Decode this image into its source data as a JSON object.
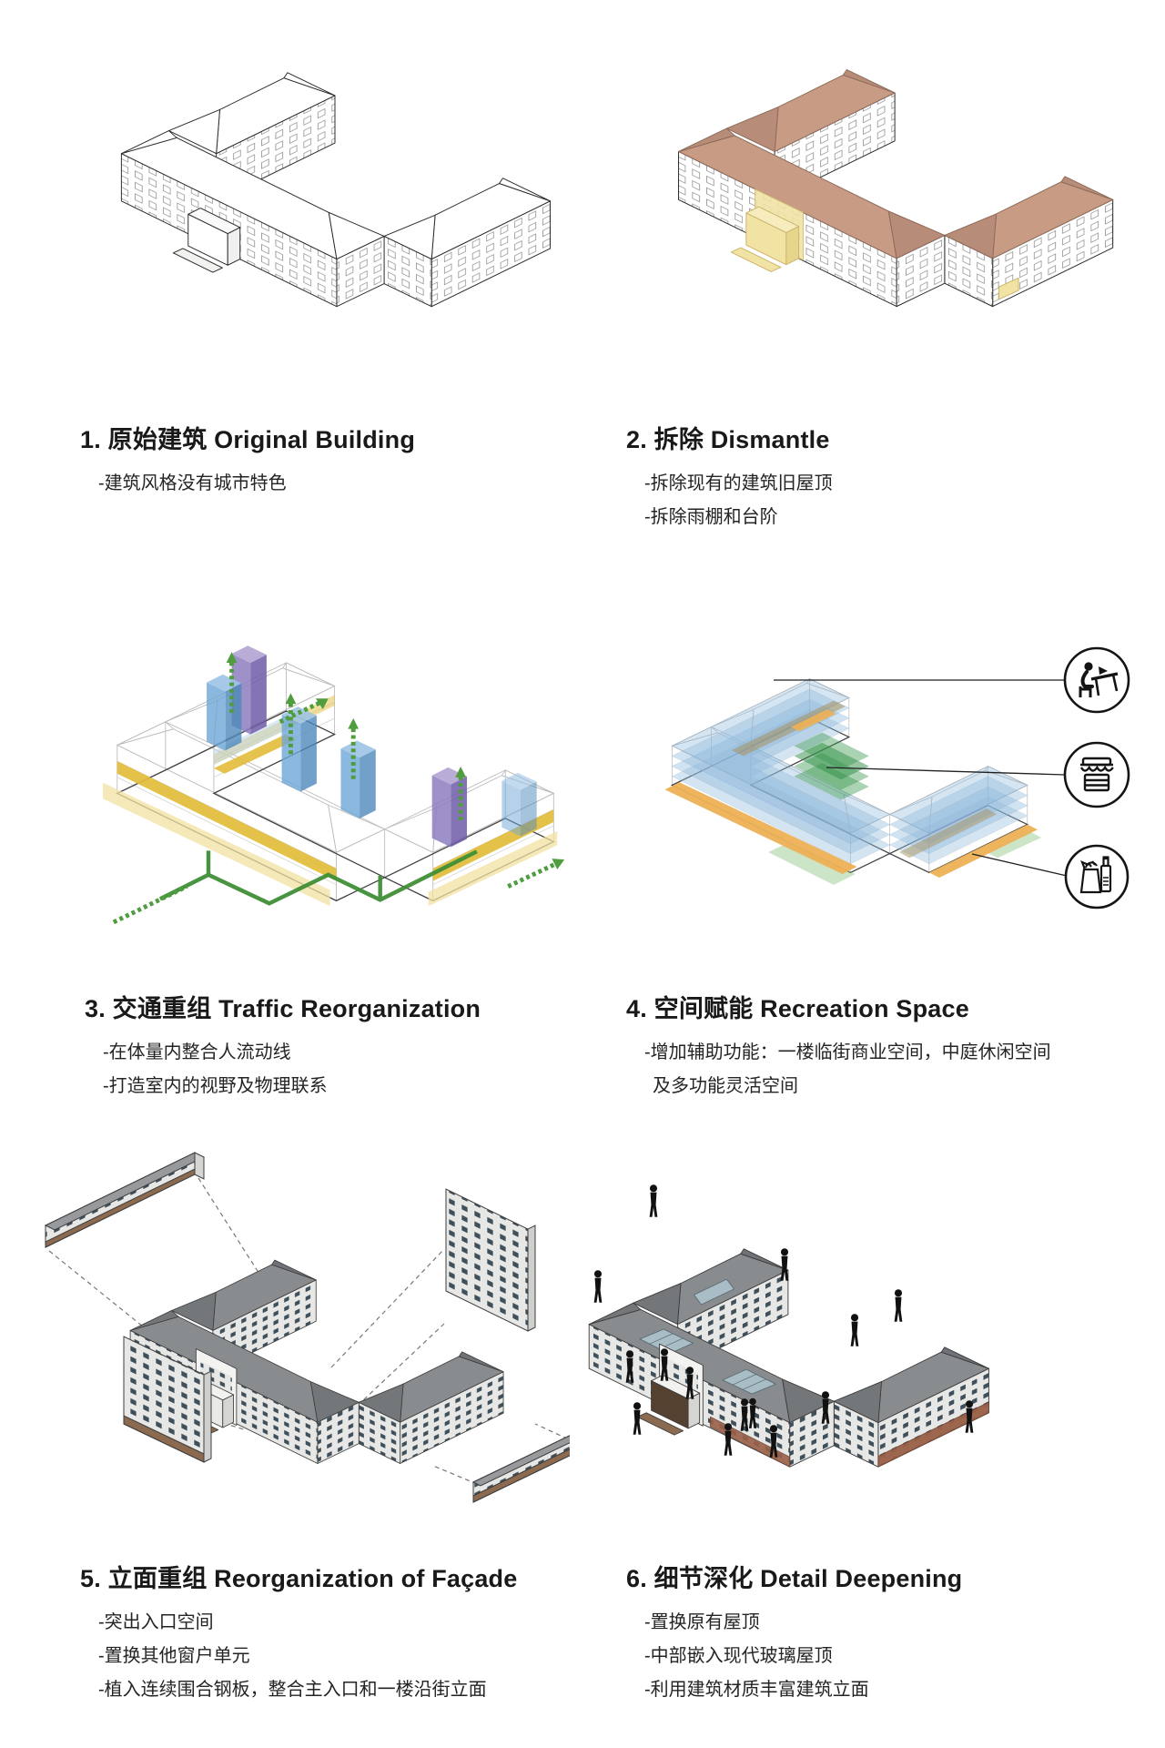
{
  "panels": [
    {
      "title": "1. 原始建筑 Original Building",
      "bullets": [
        "-建筑风格没有城市特色"
      ]
    },
    {
      "title": "2. 拆除 Dismantle",
      "bullets": [
        "-拆除现有的建筑旧屋顶",
        "-拆除雨棚和台阶"
      ]
    },
    {
      "title": "3. 交通重组 Traffic Reorganization",
      "bullets": [
        "-在体量内整合人流动线",
        "-打造室内的视野及物理联系"
      ]
    },
    {
      "title": "4. 空间赋能 Recreation Space",
      "bullets": [
        "-增加辅助功能：一楼临街商业空间，中庭休闲空间",
        "及多功能灵活空间"
      ],
      "icons": [
        {
          "name": "desk-user-icon"
        },
        {
          "name": "storefront-icon"
        },
        {
          "name": "grocery-icon"
        }
      ]
    },
    {
      "title": "5. 立面重组 Reorganization of Façade",
      "bullets": [
        "-突出入口空间",
        "-置换其他窗户单元",
        "-植入连续围合钢板，整合主入口和一楼沿街立面"
      ]
    },
    {
      "title": "6. 细节深化 Detail Deepening",
      "bullets": [
        "-置换原有屋顶",
        "-中部嵌入现代玻璃屋顶",
        "-利用建筑材质丰富建筑立面"
      ]
    }
  ],
  "colors": {
    "line": "#2a2a2a",
    "roof_highlight": "#c89b85",
    "roof_highlight_dark": "#b78c78",
    "dismantle_yellow": "#f1e3a3",
    "circulation_yellow": "#e2bd39",
    "circulation_pale": "#f2e2a2",
    "route_green": "#3f8f36",
    "arrow_green": "#4f9d3f",
    "core_blue": "#6ea6d6",
    "core_purple": "#8d7cc0",
    "floor_plate_blue": "#8fb9dc",
    "atrium_green": "#37984e",
    "street_orange": "#edb055",
    "facade_gray": "#898c8f",
    "wall_light": "#e9e9e7",
    "brick_brown": "#8b6a50",
    "skylight_glass": "#a9bdc7"
  }
}
